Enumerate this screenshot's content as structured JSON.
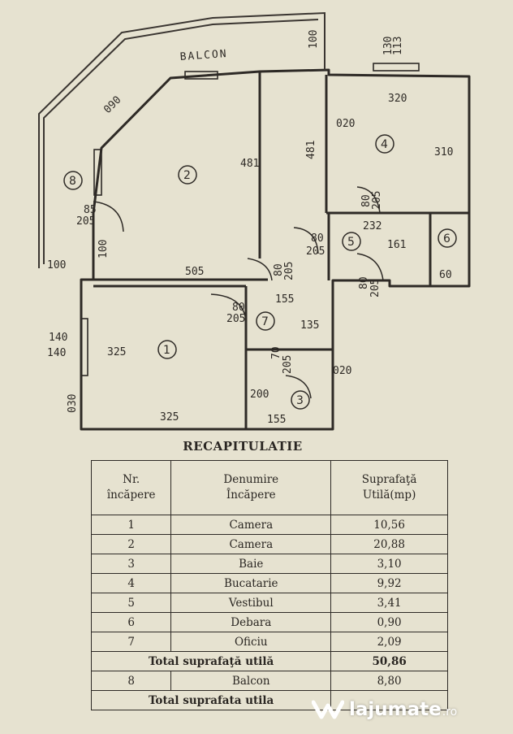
{
  "plan": {
    "balcon_label": "BALCON",
    "dims": {
      "d100_top": "100",
      "d130": "130",
      "d113": "113",
      "d090": "090",
      "d320": "320",
      "d020_kitchen": "020",
      "d481_a": "481",
      "d481_b": "481",
      "d310": "310",
      "d85": "85",
      "d205_a": "205",
      "d100_side": "100",
      "d100_left": "100",
      "d505": "505",
      "d80_a": "80",
      "d205_b": "205",
      "d80_b": "80",
      "d205_c": "205",
      "d232": "232",
      "d161": "161",
      "d60": "60",
      "d80_c": "80",
      "d205_d": "205",
      "d80_d": "80",
      "d205_e": "205",
      "d155_top": "155",
      "d80_e": "80",
      "d205_f": "205",
      "d135": "135",
      "d140_a": "140",
      "d140_b": "140",
      "d325_v": "325",
      "d70": "70",
      "d205_g": "205",
      "d020_bath": "020",
      "d030": "030",
      "d200": "200",
      "d155_bottom": "155",
      "d325_h": "325"
    },
    "rooms": [
      "1",
      "2",
      "3",
      "4",
      "5",
      "6",
      "7",
      "8"
    ]
  },
  "recap": {
    "title": "RECAPITULATIE",
    "headers": {
      "nr_line1": "Nr.",
      "nr_line2": "încăpere",
      "den_line1": "Denumire",
      "den_line2": "Încăpere",
      "sup_line1": "Suprafaţă",
      "sup_line2": "Utilă(mp)"
    },
    "rows": [
      {
        "nr": "1",
        "name": "Camera",
        "area": "10,56"
      },
      {
        "nr": "2",
        "name": "Camera",
        "area": "20,88"
      },
      {
        "nr": "3",
        "name": "Baie",
        "area": "3,10"
      },
      {
        "nr": "4",
        "name": "Bucatarie",
        "area": "9,92"
      },
      {
        "nr": "5",
        "name": "Vestibul",
        "area": "3,41"
      },
      {
        "nr": "6",
        "name": "Debara",
        "area": "0,90"
      },
      {
        "nr": "7",
        "name": "Oficiu",
        "area": "2,09"
      }
    ],
    "total_utila": {
      "label": "Total suprafaţă utilă",
      "value": "50,86"
    },
    "balcon_row": {
      "nr": "8",
      "name": "Balcon",
      "area": "8,80"
    },
    "total_final": {
      "label": "Total suprafata utila",
      "value": ""
    }
  },
  "watermark": {
    "brand": "lajumate",
    "tld": ".ro",
    "color": "#ffffff"
  }
}
